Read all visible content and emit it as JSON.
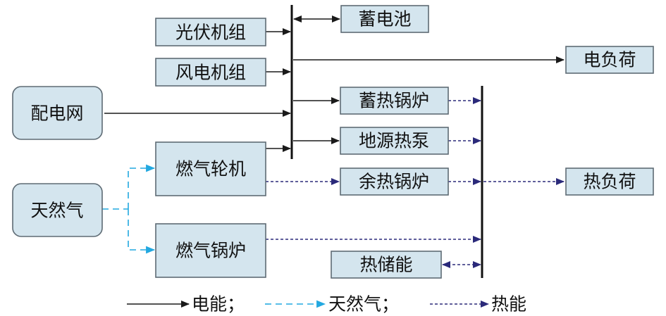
{
  "nodes": {
    "pv": "光伏机组",
    "wind": "风电机组",
    "grid": "配电网",
    "gas_turbine": "燃气轮机",
    "natural_gas": "天然气",
    "gas_boiler": "燃气锅炉",
    "battery": "蓄电池",
    "electric_load": "电负荷",
    "storage_boiler": "蓄热锅炉",
    "ground_heat_pump": "地源热泵",
    "waste_heat_boiler": "余热锅炉",
    "heat_load": "热负荷",
    "thermal_storage": "热储能"
  },
  "legend": {
    "electric": "电能；",
    "gas": "天然气；",
    "heat": "热能"
  },
  "colors": {
    "box_fill": "#d4e5ee",
    "box_stroke": "#5e6b74",
    "electric_line": "#1a1a1a",
    "gas_line": "#22a8e0",
    "heat_line": "#2b2a7a"
  }
}
